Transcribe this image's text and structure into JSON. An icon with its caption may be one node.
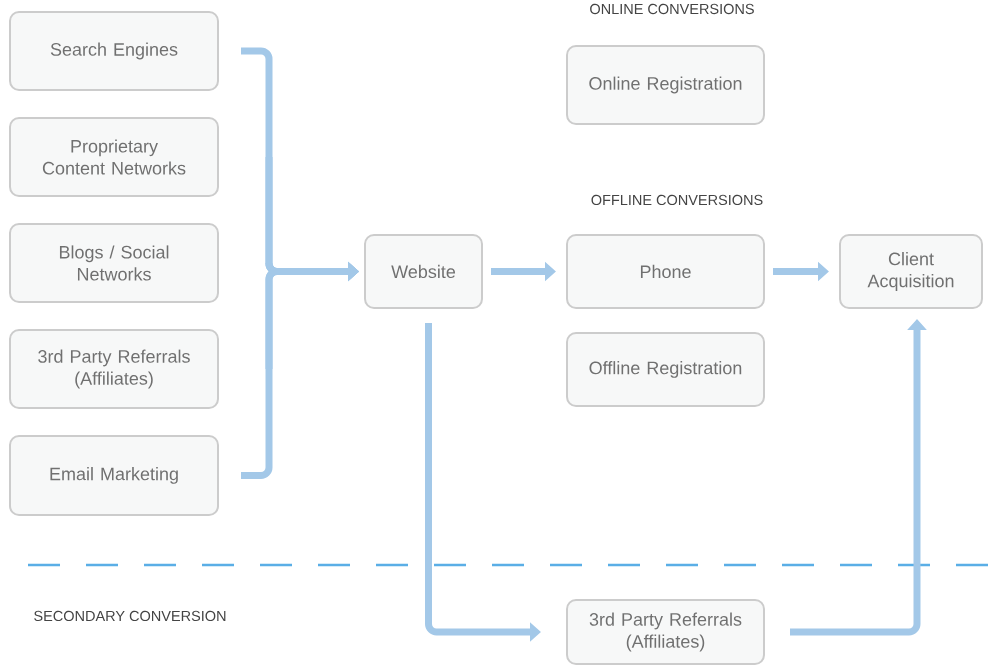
{
  "diagram": {
    "nodes": [
      {
        "text": [
          "Search Engines"
        ]
      },
      {
        "text": [
          "Proprietary Content Networks"
        ]
      },
      {
        "text": [
          "Blogs / Social Networks"
        ]
      },
      {
        "text": [
          "3rd Party Referrals (Affiliates)"
        ]
      },
      {
        "text": [
          "Email Marketing"
        ]
      },
      {
        "text": [
          "Website"
        ]
      },
      {
        "text": [
          "Online Registration"
        ]
      },
      {
        "text": [
          "Phone"
        ]
      },
      {
        "text": [
          "Offline Registration"
        ]
      },
      {
        "text": [
          "Client Acquisition"
        ]
      },
      {
        "text": [
          "3rd Party Referrals (Affiliates)"
        ]
      }
    ],
    "edges": [
      {
        "from": 0,
        "to": 5,
        "arrow": "to"
      },
      {
        "from": 1,
        "to": 5,
        "arrow": "to"
      },
      {
        "from": 2,
        "to": 5,
        "arrow": "to"
      },
      {
        "from": 3,
        "to": 5,
        "arrow": "to"
      },
      {
        "from": 4,
        "to": 5,
        "arrow": "to"
      },
      {
        "from": 5,
        "to": 7,
        "arrow": "to"
      },
      {
        "from": 7,
        "to": 9,
        "arrow": "to"
      },
      {
        "from": 5,
        "to": 10,
        "arrow": "to"
      },
      {
        "from": 10,
        "to": 9,
        "arrow": "to"
      }
    ],
    "labels": [
      "ONLINE CONVERSIONS",
      "OFFLINE CONVERSIONS",
      "SECONDARY CONVERSION"
    ]
  }
}
